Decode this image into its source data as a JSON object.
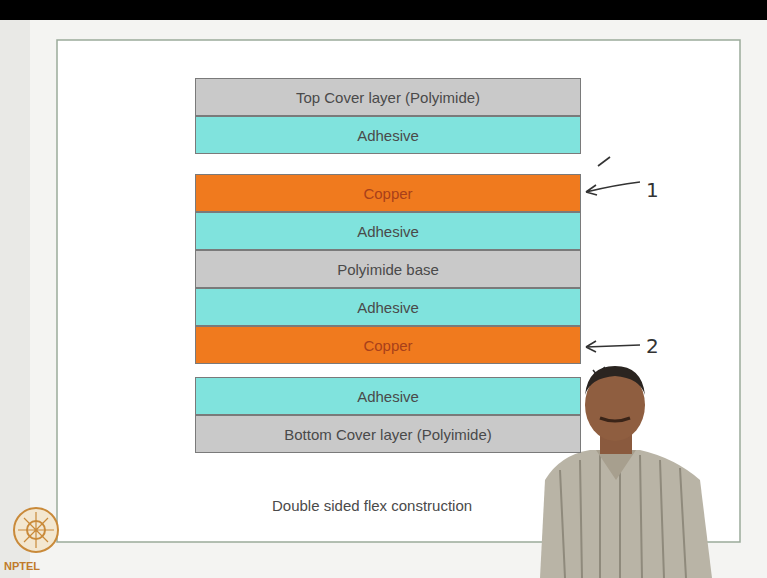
{
  "diagram": {
    "caption": "Double sided flex construction",
    "nodes": [
      {
        "text": [
          "Top Cover layer (Polyimide)"
        ]
      },
      {
        "text": [
          "Adhesive"
        ]
      },
      {
        "text": [
          "Copper"
        ]
      },
      {
        "text": [
          "Adhesive"
        ]
      },
      {
        "text": [
          "Polyimide base"
        ]
      },
      {
        "text": [
          "Adhesive"
        ]
      },
      {
        "text": [
          "Copper"
        ]
      },
      {
        "text": [
          "Adhesive"
        ]
      },
      {
        "text": [
          "Bottom Cover layer (Polyimide)"
        ]
      }
    ],
    "labels": [
      "1",
      "2",
      "NPTEL"
    ]
  }
}
